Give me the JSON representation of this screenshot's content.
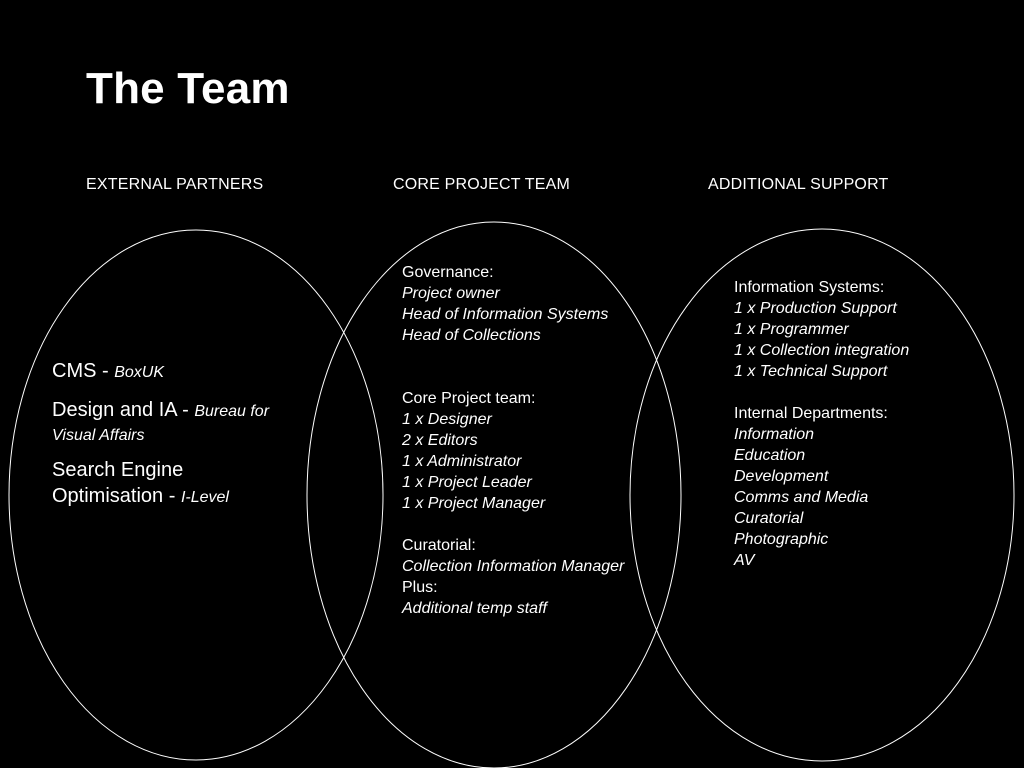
{
  "title": "The Team",
  "columns": {
    "external": "EXTERNAL PARTNERS",
    "core": "CORE PROJECT TEAM",
    "support": "ADDITIONAL SUPPORT"
  },
  "external_partners": [
    {
      "label": "CMS - ",
      "partner": "BoxUK"
    },
    {
      "label": "Design and IA - ",
      "partner": "Bureau for",
      "partner_cont": "Visual Affairs"
    },
    {
      "label": "Search Engine",
      "label_cont": "Optimisation - ",
      "partner": "I-Level"
    }
  ],
  "core_team": {
    "governance_heading": "Governance:",
    "governance": [
      "Project owner",
      "Head of Information Systems",
      "Head of Collections"
    ],
    "core_heading": "Core Project  team:",
    "core": [
      "1 x Designer",
      "2 x Editors",
      "1 x Administrator",
      "1 x Project Leader",
      "1 x Project Manager"
    ],
    "curatorial_heading": "Curatorial:",
    "curatorial": [
      "Collection Information Manager"
    ],
    "plus_heading": "Plus:",
    "plus": [
      "Additional temp staff"
    ]
  },
  "support": {
    "is_heading": "Information Systems:",
    "is": [
      "1 x Production Support",
      "1 x Programmer",
      "1 x Collection integration",
      "1 x Technical Support"
    ],
    "depts_heading": "Internal Departments:",
    "depts": [
      "Information",
      "Education",
      "Development",
      "Comms and Media",
      "Curatorial",
      "Photographic",
      "AV"
    ]
  },
  "colors": {
    "background": "#000000",
    "foreground": "#ffffff"
  }
}
